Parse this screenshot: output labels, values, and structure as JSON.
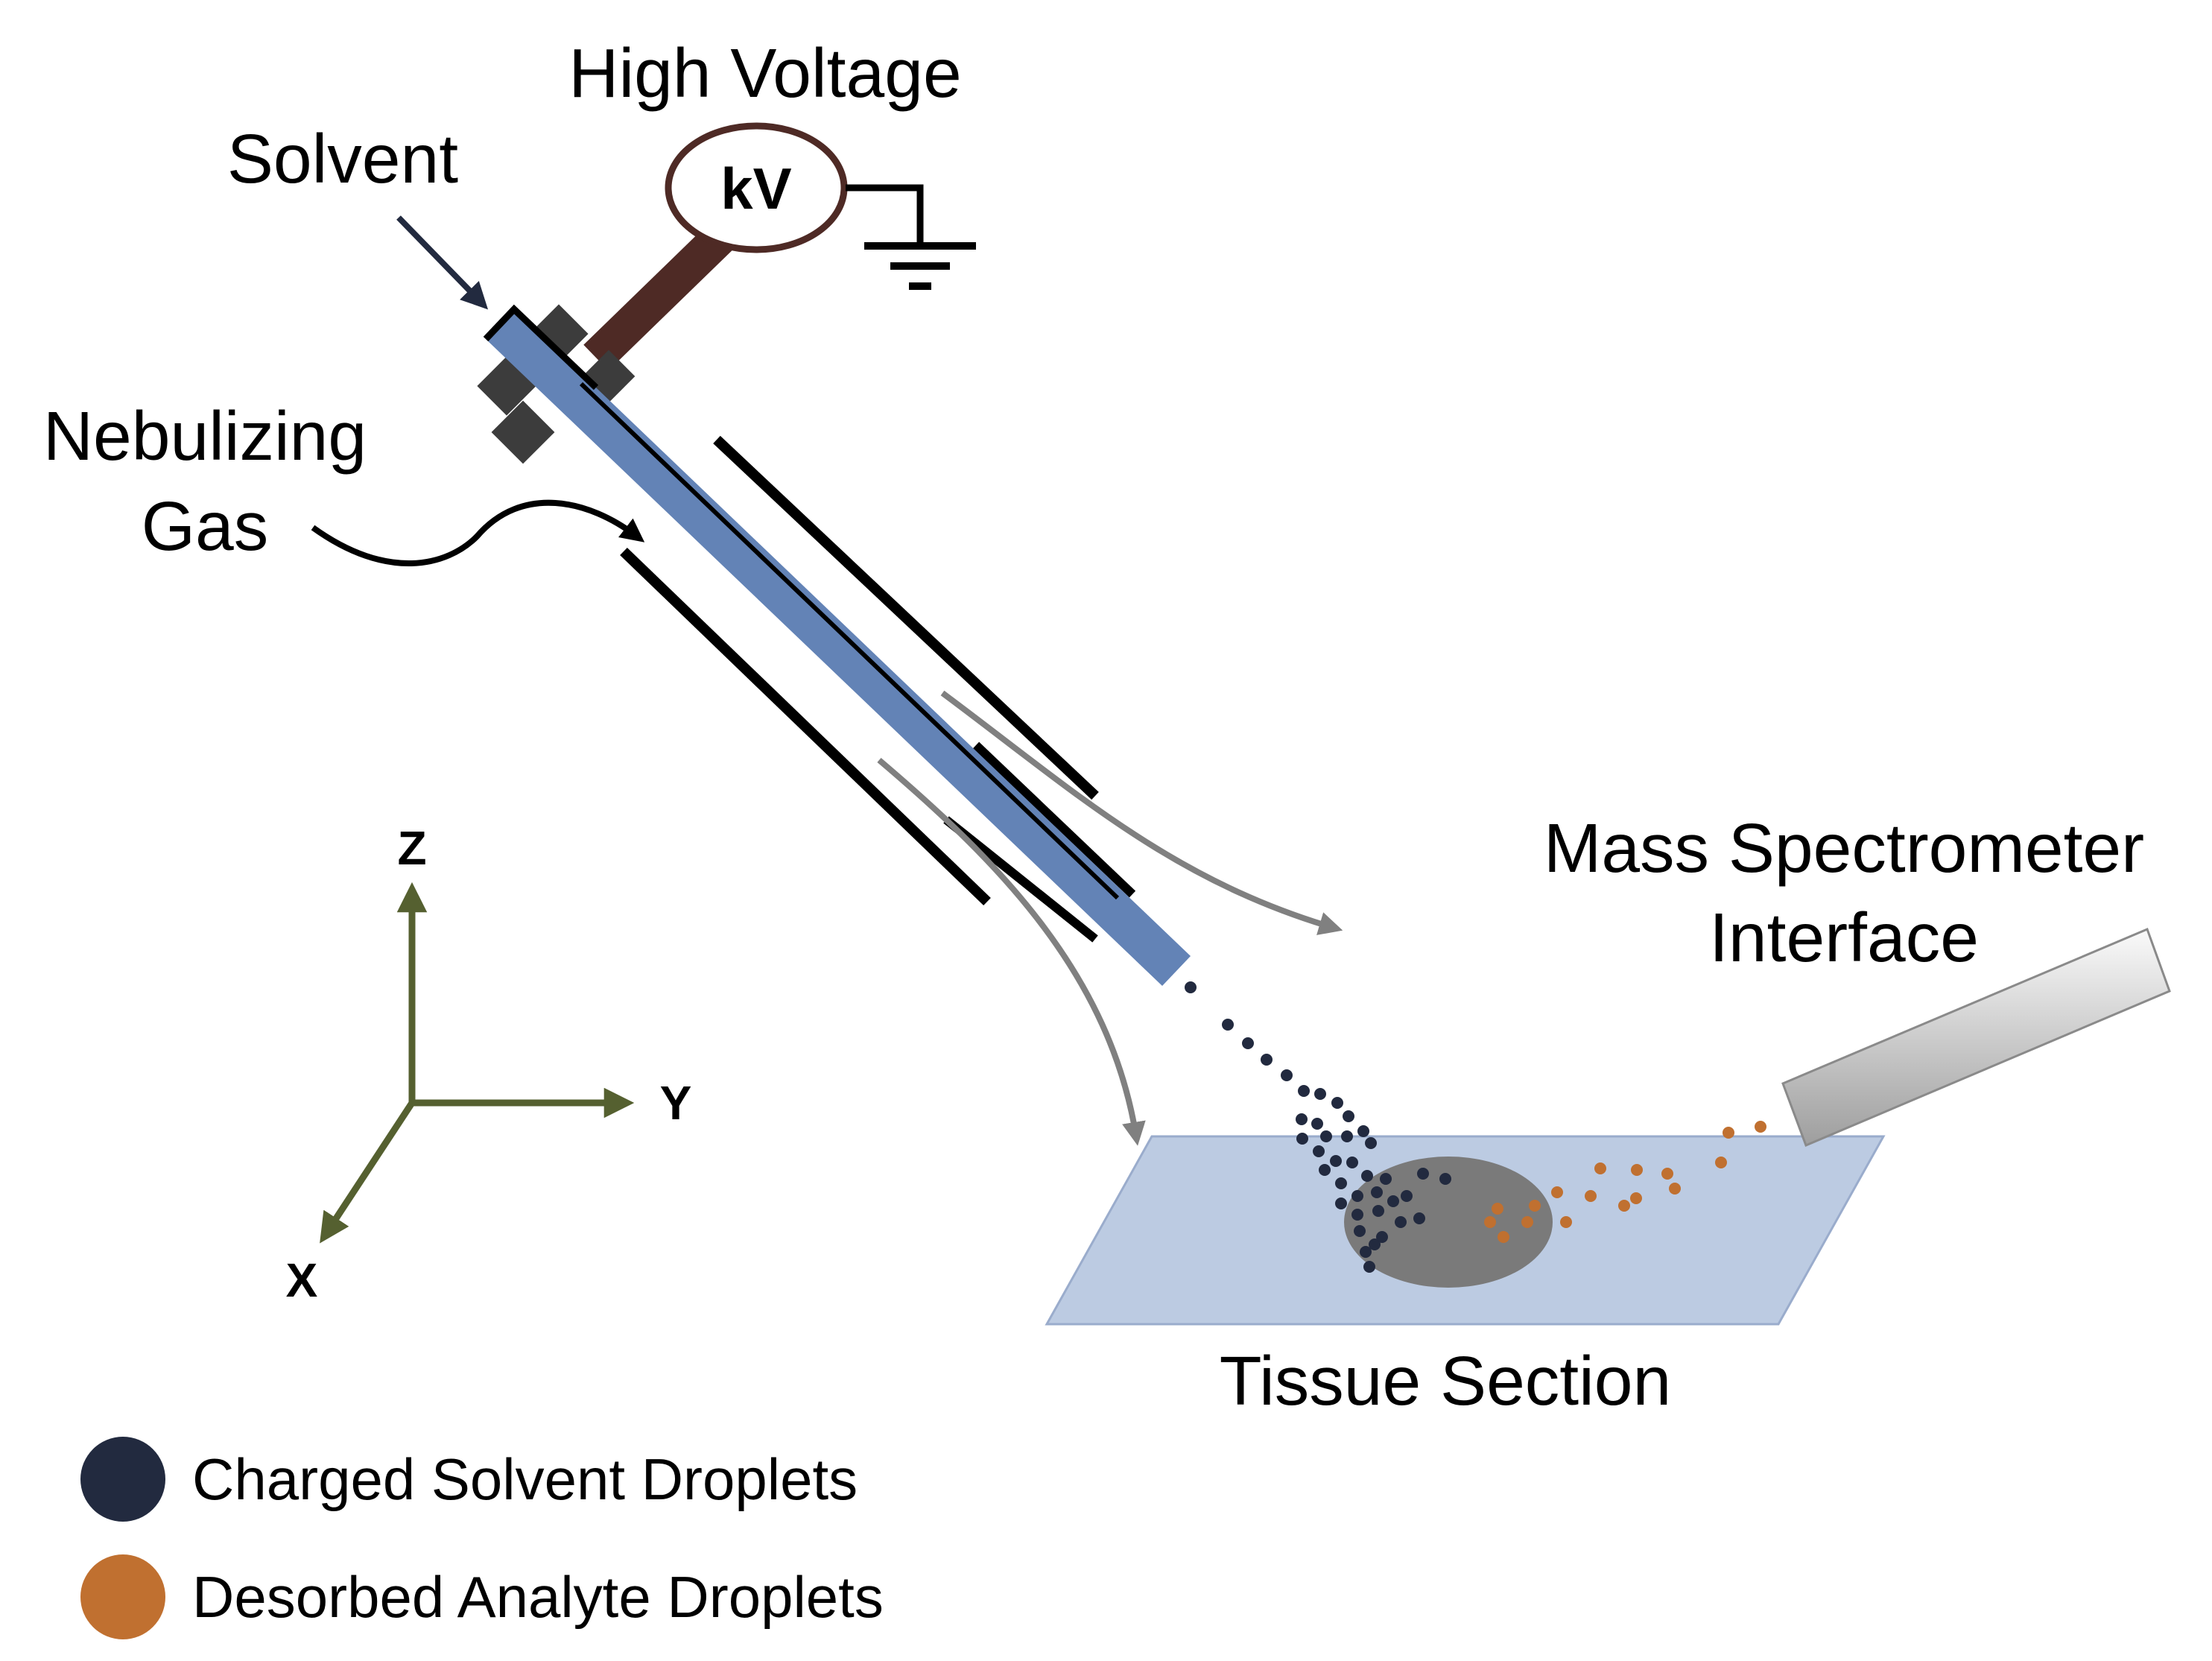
{
  "labels": {
    "high_voltage": "High Voltage",
    "kv": "kV",
    "solvent": "Solvent",
    "nebulizing_line1": "Nebulizing",
    "nebulizing_line2": "Gas",
    "mass_spec_line1": "Mass Spectrometer",
    "mass_spec_line2": "Interface",
    "tissue_section": "Tissue Section"
  },
  "axes": {
    "z": "Z",
    "y": "Y",
    "x": "X"
  },
  "legend": [
    {
      "label": "Charged Solvent Droplets",
      "color": "#222a3f"
    },
    {
      "label": "Desorbed Analyte Droplets",
      "color": "#c07030"
    }
  ],
  "colors": {
    "capillary": "#6383b6",
    "high_voltage_wire": "#4e2a25",
    "fitting": "#3c3c3c",
    "tissue_slide": "#bccbe2",
    "tissue_sample": "#7a7a7a",
    "gas_flow": "#808080",
    "axes": "#556030",
    "solvent_droplet": "#222a3f",
    "analyte_droplet": "#c07030"
  }
}
